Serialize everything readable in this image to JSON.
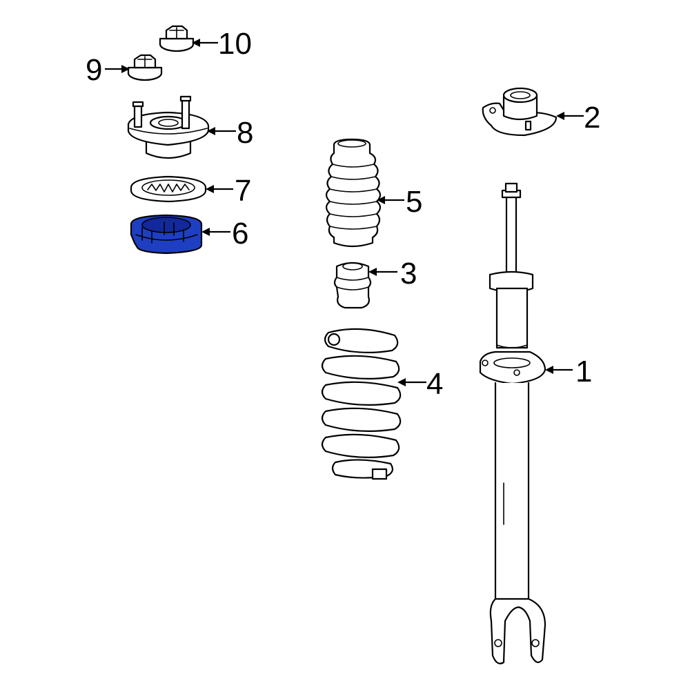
{
  "diagram": {
    "highlight_color": "#1e3fc2",
    "line_color": "#000000",
    "background": "#ffffff",
    "highlighted_part": "6",
    "callouts": [
      {
        "id": "1",
        "label": "1"
      },
      {
        "id": "2",
        "label": "2"
      },
      {
        "id": "3",
        "label": "3"
      },
      {
        "id": "4",
        "label": "4"
      },
      {
        "id": "5",
        "label": "5"
      },
      {
        "id": "6",
        "label": "6"
      },
      {
        "id": "7",
        "label": "7"
      },
      {
        "id": "8",
        "label": "8"
      },
      {
        "id": "9",
        "label": "9"
      },
      {
        "id": "10",
        "label": "10"
      }
    ]
  }
}
